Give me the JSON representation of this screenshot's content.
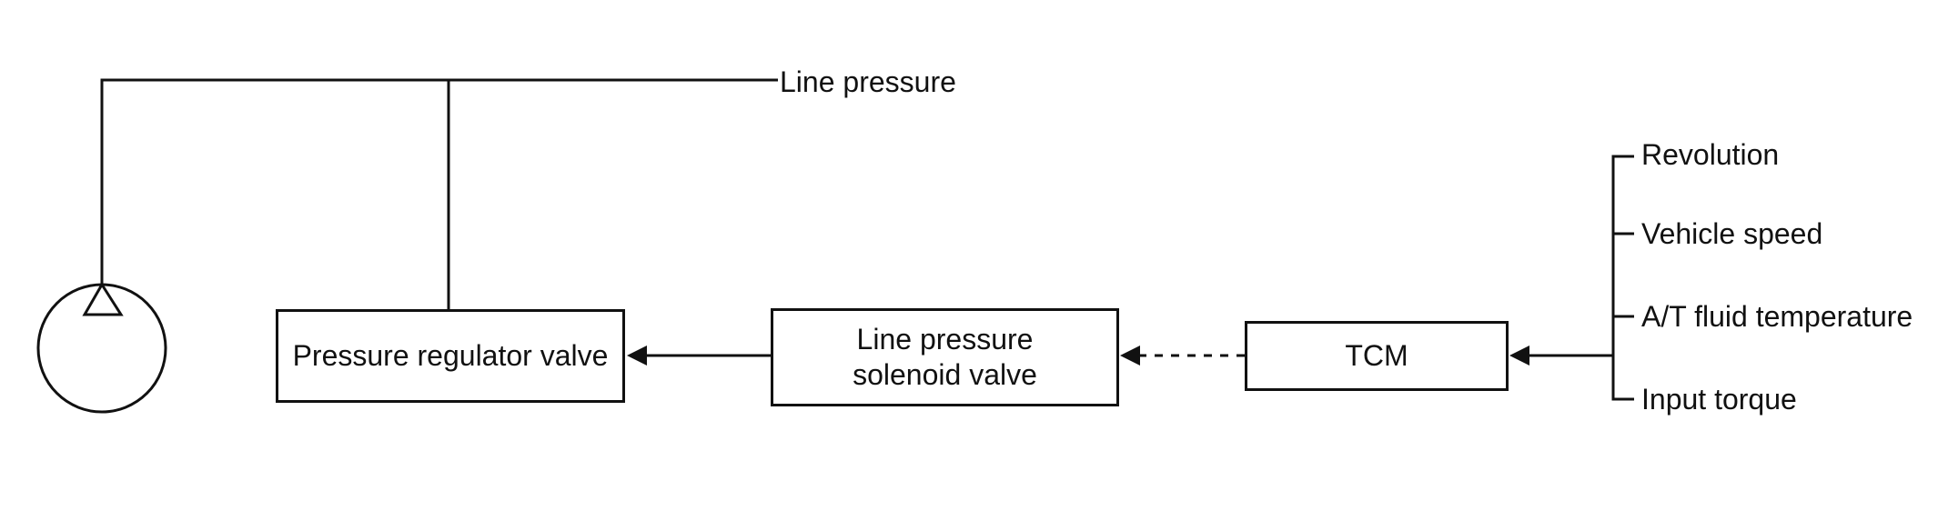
{
  "diagram": {
    "line_pressure_label": "Line pressure",
    "boxes": {
      "pressure_regulator_valve": "Pressure regulator valve",
      "line_pressure_solenoid_valve": "Line pressure\nsolenoid valve",
      "tcm": "TCM"
    },
    "tcm_inputs": [
      {
        "label": "Revolution"
      },
      {
        "label": "Vehicle speed"
      },
      {
        "label": "A/T fluid temperature"
      },
      {
        "label": "Input torque"
      }
    ],
    "connections": [
      {
        "from": "oil-pump",
        "to": "line-pressure",
        "style": "solid-line"
      },
      {
        "from": "line-pressure-solenoid-valve",
        "to": "pressure-regulator-valve",
        "style": "solid-arrow"
      },
      {
        "from": "tcm",
        "to": "line-pressure-solenoid-valve",
        "style": "dashed-arrow"
      },
      {
        "from": "sensor-inputs",
        "to": "tcm",
        "style": "solid-arrow"
      }
    ],
    "colors": {
      "line": "#111111",
      "text": "#111111",
      "background": "#ffffff"
    }
  }
}
